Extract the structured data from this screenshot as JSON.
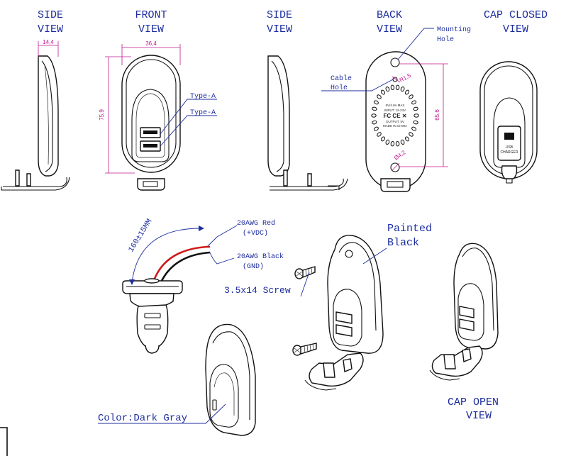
{
  "views": {
    "side_view_left": [
      "SIDE",
      "VIEW"
    ],
    "front_view": [
      "FRONT",
      "VIEW"
    ],
    "side_view_right": [
      "SIDE",
      "VIEW"
    ],
    "back_view": [
      "BACK",
      "VIEW"
    ],
    "cap_closed_view": [
      "CAP CLOSED",
      "VIEW"
    ],
    "cap_open_view": [
      "CAP OPEN",
      "VIEW"
    ]
  },
  "dimensions": {
    "side_depth": "14,4",
    "front_width": "36,4",
    "front_height": "75,9",
    "back_hole_spacing": "65,6",
    "cable_hole_dia": "R1,5",
    "mounting_hole_dia": "Ø4,2",
    "cable_length": "160±15MM"
  },
  "callouts": {
    "type_a_1": "Type-A",
    "type_a_2": "Type-A",
    "mounting_hole": [
      "Mounting",
      "Hole"
    ],
    "cable_hole": [
      "Cable",
      "Hole"
    ],
    "wire_red": [
      "20AWG Red",
      "(+VDC)"
    ],
    "wire_black": [
      "20AWG Black",
      "(GND)"
    ],
    "screw": "3.5x14 Screw",
    "painted_black": [
      "Painted",
      "Black"
    ],
    "color": "Color:Dark Gray"
  },
  "colors": {
    "label_blue": "#1d2d9e",
    "dimension_magenta": "#c0198c",
    "wire_red": "#d11a1a",
    "wire_black": "#111111"
  }
}
